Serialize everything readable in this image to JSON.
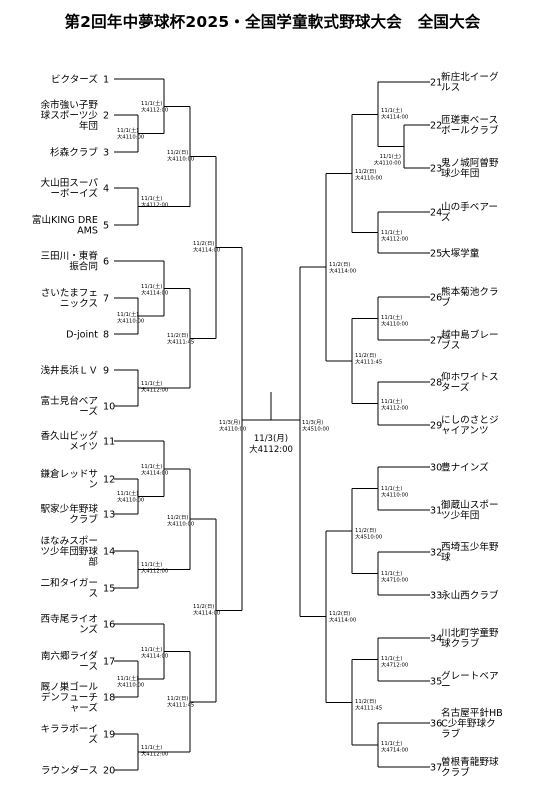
{
  "title": "第2回年中夢球杯2025・全国学童軟式野球大会　全国大会",
  "final": {
    "date": "11/3(月)",
    "venue": "大4112:00"
  },
  "teams": [
    {
      "no": "1",
      "lines": [
        "ビクターズ"
      ]
    },
    {
      "no": "2",
      "lines": [
        "余市強い子野",
        "球スポーツ少",
        "年団"
      ]
    },
    {
      "no": "3",
      "lines": [
        "杉森クラブ"
      ]
    },
    {
      "no": "4",
      "lines": [
        "大山田スーパ",
        "ーボーイズ"
      ]
    },
    {
      "no": "5",
      "lines": [
        "富山KING DRE",
        "AMS"
      ]
    },
    {
      "no": "6",
      "lines": [
        "三田川・東脊",
        "振合同"
      ]
    },
    {
      "no": "7",
      "lines": [
        "さいたまフェ",
        "ニックス"
      ]
    },
    {
      "no": "8",
      "lines": [
        "D-joint"
      ]
    },
    {
      "no": "9",
      "lines": [
        "浅井長浜ＬＶ"
      ]
    },
    {
      "no": "10",
      "lines": [
        "富士見台ベア",
        "ーズ"
      ]
    },
    {
      "no": "11",
      "lines": [
        "香久山ビッグ",
        "メイツ"
      ]
    },
    {
      "no": "12",
      "lines": [
        "鎌倉レッドサ",
        "ン"
      ]
    },
    {
      "no": "13",
      "lines": [
        "駅家少年野球",
        "クラブ"
      ]
    },
    {
      "no": "14",
      "lines": [
        "ほなみスポー",
        "ツ少年団野球",
        "部"
      ]
    },
    {
      "no": "15",
      "lines": [
        "二和タイガー",
        "ス"
      ]
    },
    {
      "no": "16",
      "lines": [
        "西寺尾ライオ",
        "ンズ"
      ]
    },
    {
      "no": "17",
      "lines": [
        "南六郷ライダ",
        "ース"
      ]
    },
    {
      "no": "18",
      "lines": [
        "厩ノ巣ゴール",
        "デンフューチ",
        "ャーズ"
      ]
    },
    {
      "no": "19",
      "lines": [
        "キララボーイ",
        "ズ"
      ]
    },
    {
      "no": "20",
      "lines": [
        "ラウンダース"
      ]
    },
    {
      "no": "21",
      "lines": [
        "新庄北イーグ",
        "ルス"
      ]
    },
    {
      "no": "22",
      "lines": [
        "匝瑳東ベース",
        "ボールクラブ"
      ]
    },
    {
      "no": "23",
      "lines": [
        "鬼ノ城阿曽野",
        "球少年団"
      ]
    },
    {
      "no": "24",
      "lines": [
        "山の手ベアー",
        "ズ"
      ]
    },
    {
      "no": "25",
      "lines": [
        "大塚学童"
      ]
    },
    {
      "no": "26",
      "lines": [
        "熊本菊池クラ",
        "ブ"
      ]
    },
    {
      "no": "27",
      "lines": [
        "越中島ブレー",
        "ブス"
      ]
    },
    {
      "no": "28",
      "lines": [
        "仰ホワイトス",
        "ターズ"
      ]
    },
    {
      "no": "29",
      "lines": [
        "にしのさとジ",
        "ャイアンツ"
      ]
    },
    {
      "no": "30",
      "lines": [
        "豊ナインズ"
      ]
    },
    {
      "no": "31",
      "lines": [
        "御蔵山スポー",
        "ツ少年団"
      ]
    },
    {
      "no": "32",
      "lines": [
        "西埼玉少年野",
        "球"
      ]
    },
    {
      "no": "33",
      "lines": [
        "永山西クラブ"
      ]
    },
    {
      "no": "34",
      "lines": [
        "川北町学童野",
        "球クラブ"
      ]
    },
    {
      "no": "35",
      "lines": [
        "グレートベア",
        "ー"
      ]
    },
    {
      "no": "36",
      "lines": [
        "名古屋平針HB",
        "C少年野球ク",
        "ラブ"
      ]
    },
    {
      "no": "37",
      "lines": [
        "曽根青龍野球",
        "クラブ"
      ]
    }
  ],
  "schedules": {
    "L_2_3": [
      "11/1(土)",
      "大4112:00"
    ],
    "L_1_23": [
      "11/1(土)",
      "大4110:00"
    ],
    "L_4_5": [
      "11/1(土)",
      "大4112:00"
    ],
    "L_A_45": [
      "11/2(日)",
      "大4110:00"
    ],
    "L_7_8": [
      "11/1(土)",
      "大4114:00"
    ],
    "L_6_78": [
      "11/1(土)",
      "大4110:00"
    ],
    "L_9_10": [
      "11/1(土)",
      "大4112:00"
    ],
    "L_B_910": [
      "11/2(日)",
      "大4111:45"
    ],
    "L_AB": [
      "11/2(日)",
      "大4114:00"
    ],
    "L_12_13": [
      "11/1(土)",
      "大4114:00"
    ],
    "L_11_1213": [
      "11/1(土)",
      "大4110:00"
    ],
    "L_14_15": [
      "11/1(土)",
      "大4112:00"
    ],
    "L_C_1415": [
      "11/2(日)",
      "大4110:00"
    ],
    "L_17_18": [
      "11/1(土)",
      "大4114:00"
    ],
    "L_16_1718": [
      "11/1(土)",
      "大4110:00"
    ],
    "L_19_20": [
      "11/1(土)",
      "大4112:00"
    ],
    "L_D_1920": [
      "11/2(日)",
      "大4111:45"
    ],
    "L_CD": [
      "11/2(日)",
      "大4114:00"
    ],
    "L_SEMI": [
      "11/3(月)",
      "大4110:00"
    ],
    "R_21_22": [
      "11/1(土)",
      "大4114:00"
    ],
    "R_22_23": [
      "11/1(土)",
      "大4110:00"
    ],
    "R_24_25": [
      "11/1(土)",
      "大4112:00"
    ],
    "R_E_2425": [
      "11/2(日)",
      "大4110:00"
    ],
    "R_26_27": [
      "11/1(土)",
      "大4110:00"
    ],
    "R_28_29": [
      "11/1(土)",
      "大4112:00"
    ],
    "R_F_2829": [
      "11/2(日)",
      "大4111:45"
    ],
    "R_EF": [
      "11/2(日)",
      "大4114:00"
    ],
    "R_30_31": [
      "11/1(土)",
      "大4110:00"
    ],
    "R_32_33": [
      "11/1(土)",
      "大4710:00"
    ],
    "R_G_3233": [
      "11/2(日)",
      "大4510:00"
    ],
    "R_34_35": [
      "11/1(土)",
      "大4712:00"
    ],
    "R_36_37": [
      "11/1(土)",
      "大4714:00"
    ],
    "R_H_3637": [
      "11/2(日)",
      "大4111:45"
    ],
    "R_GH": [
      "11/2(日)",
      "大4114:00"
    ],
    "R_SEMI": [
      "11/3(月)",
      "大4510:00"
    ]
  }
}
